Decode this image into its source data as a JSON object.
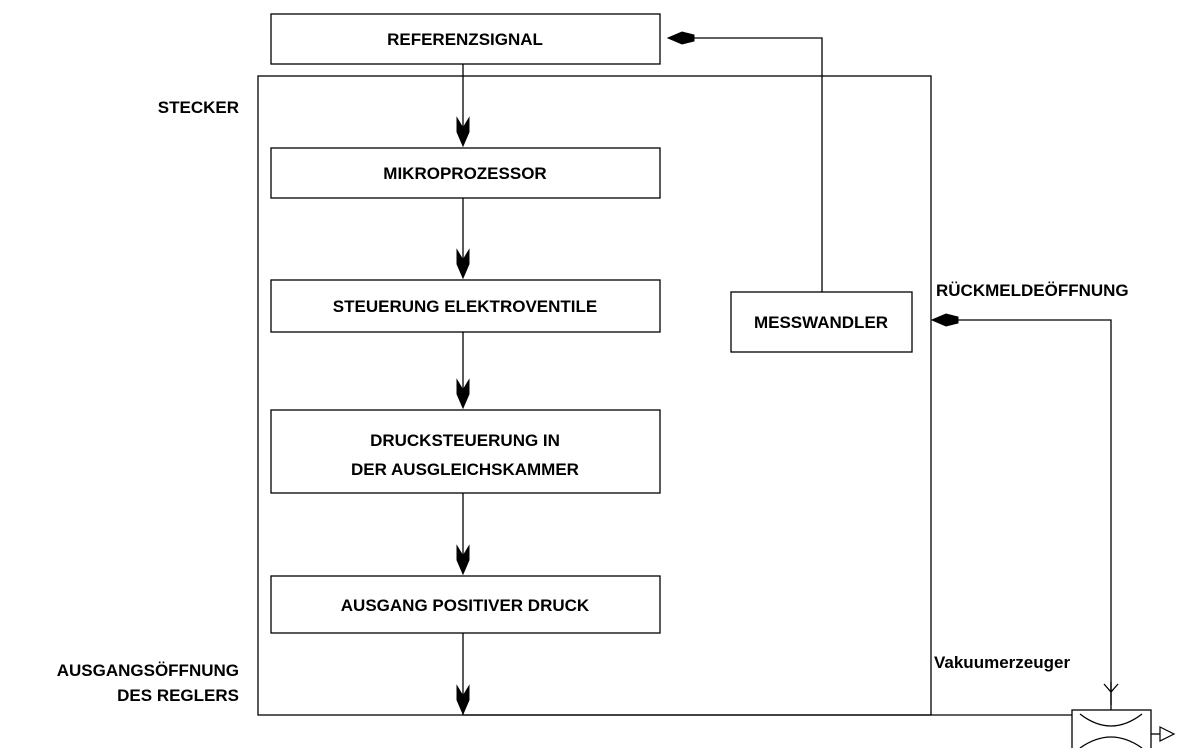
{
  "blocks": {
    "referenzsignal": "REFERENZSIGNAL",
    "mikroprozessor": "MIKROPROZESSOR",
    "steuerung": "STEUERUNG ELEKTROVENTILE",
    "drucksteuerung_line1": "DRUCKSTEUERUNG IN",
    "drucksteuerung_line2": "DER AUSGLEICHSKAMMER",
    "ausgang": "AUSGANG POSITIVER DRUCK",
    "messwandler": "MESSWANDLER"
  },
  "labels": {
    "stecker": "STECKER",
    "rueckmeldeoeffnung": "RÜCKMELDEÖFFNUNG",
    "ausgangsoeffnung_line1": "AUSGANGSÖFFNUNG",
    "ausgangsoeffnung_line2": "DES REGLERS",
    "vakuumerzeuger": "Vakuumerzeuger"
  }
}
